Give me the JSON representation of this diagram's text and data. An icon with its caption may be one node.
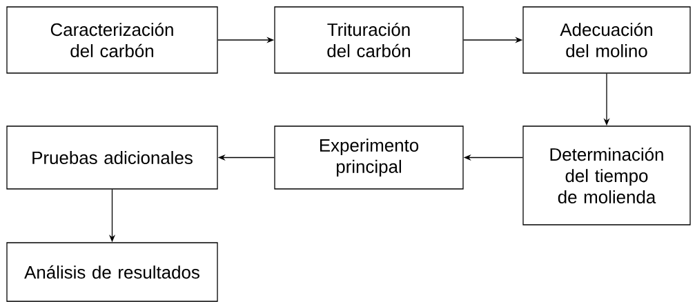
{
  "diagram": {
    "nodes": [
      {
        "text": [
          "Caracterización del carbón"
        ]
      },
      {
        "text": [
          "Trituración del carbón"
        ]
      },
      {
        "text": [
          "Adecuación del molino"
        ]
      },
      {
        "text": [
          "Determinación del tiempo de molienda"
        ]
      },
      {
        "text": [
          "Experimento principal"
        ]
      },
      {
        "text": [
          "Pruebas adicionales"
        ]
      },
      {
        "text": [
          "Análisis de resultados"
        ]
      }
    ],
    "edges": [
      {
        "from": 0,
        "to": 1,
        "arrow": "to"
      },
      {
        "from": 1,
        "to": 2,
        "arrow": "to"
      },
      {
        "from": 2,
        "to": 3,
        "arrow": "to"
      },
      {
        "from": 3,
        "to": 4,
        "arrow": "to"
      },
      {
        "from": 4,
        "to": 5,
        "arrow": "to"
      },
      {
        "from": 5,
        "to": 6,
        "arrow": "to"
      }
    ]
  }
}
